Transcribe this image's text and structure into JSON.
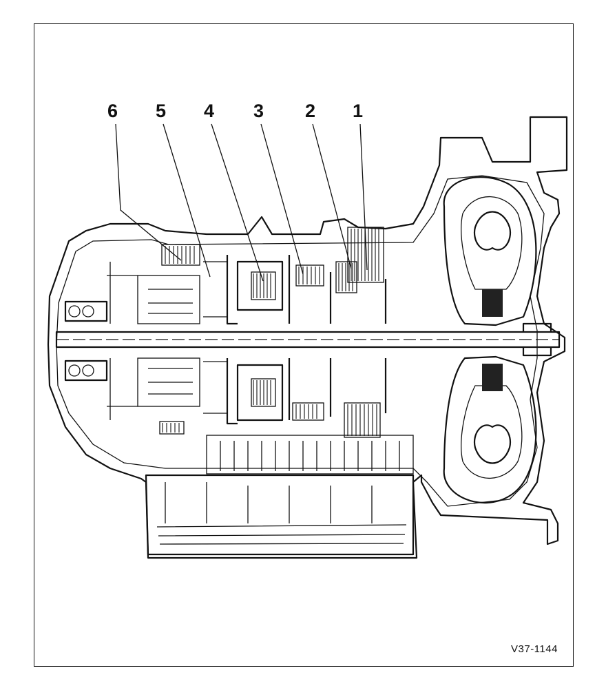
{
  "figure": {
    "id_label": "V37-1144",
    "callouts": [
      {
        "label": "6"
      },
      {
        "label": "5"
      },
      {
        "label": "4"
      },
      {
        "label": "3"
      },
      {
        "label": "2"
      },
      {
        "label": "1"
      }
    ]
  }
}
